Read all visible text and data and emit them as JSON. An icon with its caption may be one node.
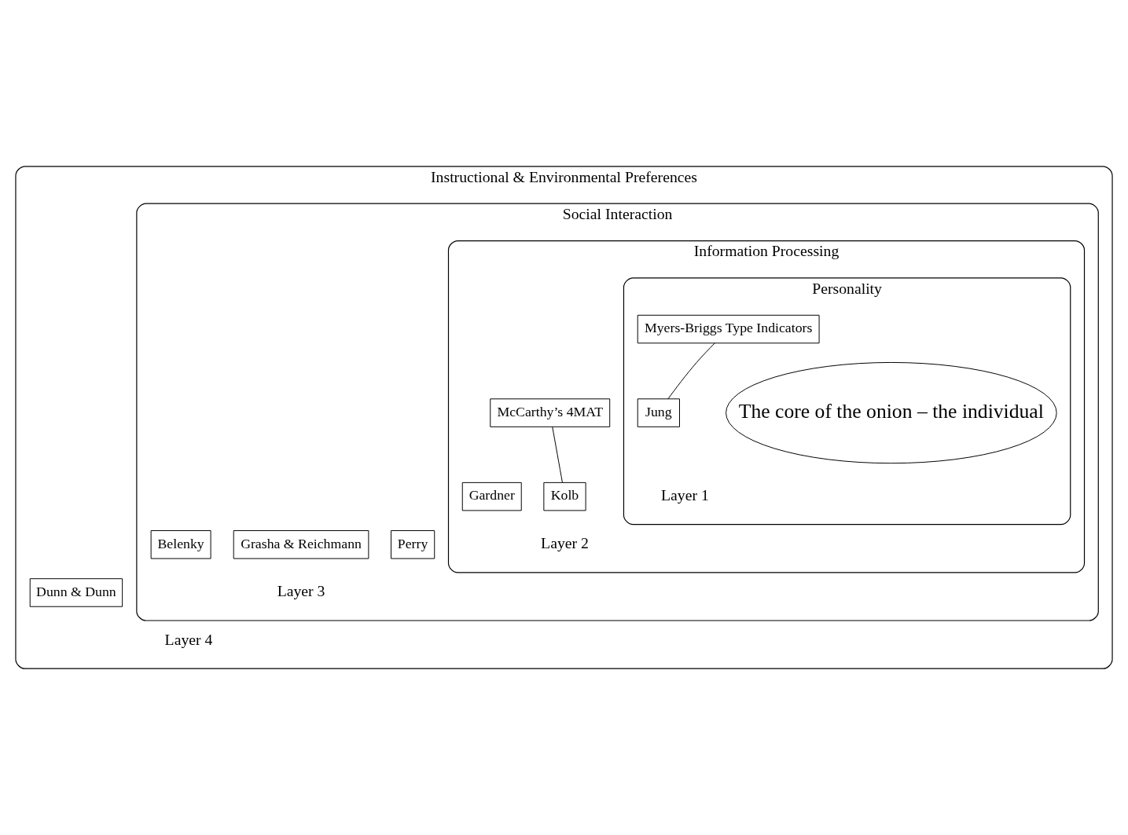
{
  "diagram": {
    "nodes": [
      {
        "text": [
          "Instructional & Environmental Preferences",
          "Layer 4"
        ]
      },
      {
        "text": [
          "Social Interaction",
          "Layer 3"
        ],
        "in": 0
      },
      {
        "text": [
          "Information Processing",
          "Layer 2"
        ],
        "in": 1
      },
      {
        "text": [
          "Personality",
          "Layer 1"
        ],
        "in": 2
      },
      {
        "text": [
          "The core of the onion – the individual"
        ],
        "in": 3
      },
      {
        "text": [
          "Myers-Briggs Type Indicators"
        ],
        "in": 3
      },
      {
        "text": [
          "Jung"
        ],
        "in": 3
      },
      {
        "text": [
          "McCarthy’s 4MAT"
        ],
        "in": 2
      },
      {
        "text": [
          "Kolb"
        ],
        "in": 2
      },
      {
        "text": [
          "Gardner"
        ],
        "in": 2
      },
      {
        "text": [
          "Perry"
        ],
        "in": 1
      },
      {
        "text": [
          "Grasha & Reichmann"
        ],
        "in": 1
      },
      {
        "text": [
          "Belenky"
        ],
        "in": 1
      },
      {
        "text": [
          "Dunn & Dunn"
        ],
        "in": 0
      }
    ],
    "edges": [
      {
        "from": 5,
        "to": 6,
        "arrow": "none"
      },
      {
        "from": 7,
        "to": 8,
        "arrow": "none"
      }
    ]
  }
}
